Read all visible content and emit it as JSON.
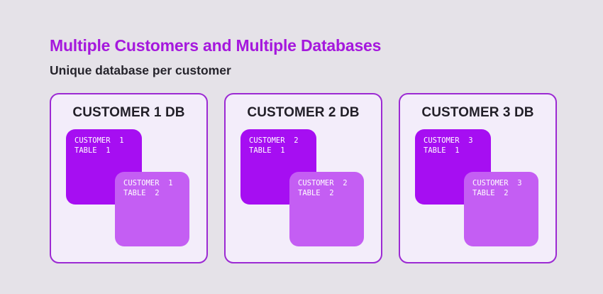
{
  "header": {
    "title": "Multiple Customers and Multiple Databases",
    "subtitle": "Unique database per customer"
  },
  "cards": [
    {
      "title": "CUSTOMER 1 DB",
      "table1": "CUSTOMER  1\nTABLE  1",
      "table2": "CUSTOMER  1\nTABLE  2"
    },
    {
      "title": "CUSTOMER 2 DB",
      "table1": "CUSTOMER  2\nTABLE  1",
      "table2": "CUSTOMER  2\nTABLE  2"
    },
    {
      "title": "CUSTOMER 3 DB",
      "table1": "CUSTOMER  3\nTABLE  1",
      "table2": "CUSTOMER  3\nTABLE  2"
    }
  ],
  "colors": {
    "page_background": "#e5e2e8",
    "card_background": "#f3edfa",
    "card_border": "#9c2ad3",
    "title_text": "#a518dd",
    "table1_fill": "#a60ef2",
    "table2_fill": "#c45ef3",
    "table_text": "#ffffff",
    "heading_text": "#26242c"
  }
}
